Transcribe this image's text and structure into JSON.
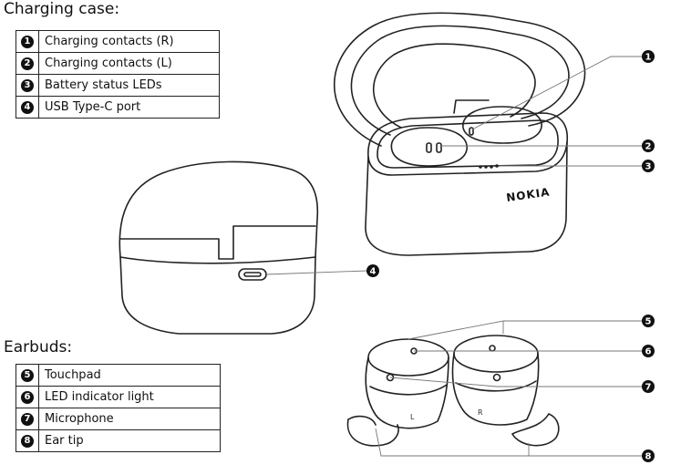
{
  "case_section": {
    "title": "Charging case:",
    "items": [
      {
        "num": "1",
        "label": "Charging contacts (R)"
      },
      {
        "num": "2",
        "label": "Charging contacts (L)"
      },
      {
        "num": "3",
        "label": "Battery status LEDs"
      },
      {
        "num": "4",
        "label": "USB Type-C port"
      }
    ]
  },
  "buds_section": {
    "title": "Earbuds:",
    "items": [
      {
        "num": "5",
        "label": "Touchpad"
      },
      {
        "num": "6",
        "label": "LED indicator light"
      },
      {
        "num": "7",
        "label": "Microphone"
      },
      {
        "num": "8",
        "label": "Ear tip"
      }
    ]
  },
  "illustration": {
    "brand": "NOKIA",
    "left_bud_mark": "L",
    "right_bud_mark": "R",
    "callouts": [
      "1",
      "2",
      "3",
      "4",
      "5",
      "6",
      "7",
      "8"
    ]
  }
}
